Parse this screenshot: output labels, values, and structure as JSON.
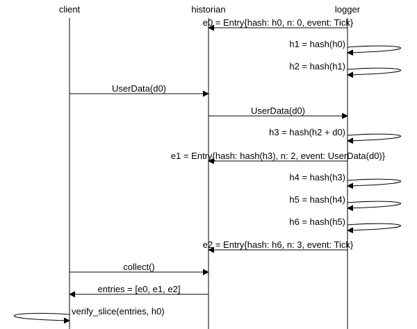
{
  "participants": [
    {
      "id": "client",
      "label": "client"
    },
    {
      "id": "historian",
      "label": "historian"
    },
    {
      "id": "logger",
      "label": "logger"
    }
  ],
  "messages": [
    {
      "from": "logger",
      "to": "historian",
      "label": "e0 = Entry{hash: h0, n: 0, event: Tick}"
    },
    {
      "from": "logger",
      "to": "logger",
      "label": "h1 = hash(h0)"
    },
    {
      "from": "logger",
      "to": "logger",
      "label": "h2 = hash(h1)"
    },
    {
      "from": "client",
      "to": "historian",
      "label": "UserData(d0)"
    },
    {
      "from": "historian",
      "to": "logger",
      "label": "UserData(d0)"
    },
    {
      "from": "logger",
      "to": "logger",
      "label": "h3 = hash(h2 + d0)"
    },
    {
      "from": "logger",
      "to": "historian",
      "label": "e1 = Entry{hash: hash(h3), n: 2, event: UserData(d0)}"
    },
    {
      "from": "logger",
      "to": "logger",
      "label": "h4 = hash(h3)"
    },
    {
      "from": "logger",
      "to": "logger",
      "label": "h5 = hash(h4)"
    },
    {
      "from": "logger",
      "to": "logger",
      "label": "h6 = hash(h5)"
    },
    {
      "from": "logger",
      "to": "historian",
      "label": "e2 = Entry{hash: h6, n: 3, event: Tick}"
    },
    {
      "from": "client",
      "to": "historian",
      "label": "collect()"
    },
    {
      "from": "historian",
      "to": "client",
      "label": "entries = [e0, e1, e2]"
    },
    {
      "from": "client",
      "to": "client",
      "label": "verify_slice(entries, h0)"
    }
  ]
}
